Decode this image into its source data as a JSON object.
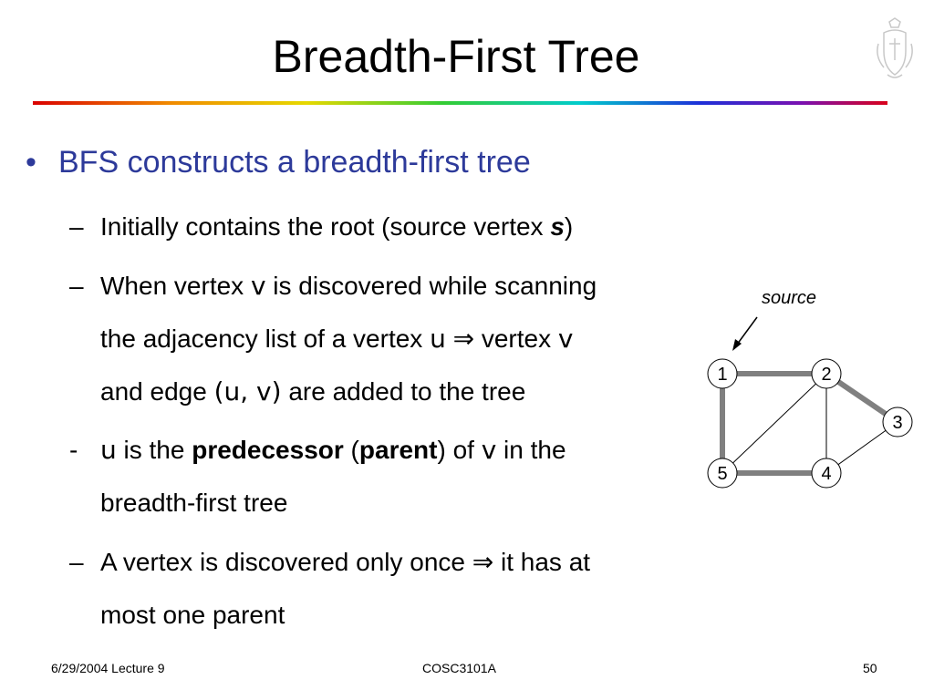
{
  "slide": {
    "title": "Breadth-First Tree",
    "bullet": "BFS constructs a breadth-first tree",
    "bullet_marker": "•",
    "sub1": {
      "marker": "–",
      "text_a": "Initially contains the root (source vertex ",
      "text_b": "s",
      "text_c": ")"
    },
    "sub2": {
      "marker": "–",
      "l1_a": "When vertex ",
      "l1_b": "v",
      "l1_c": " is discovered while scanning",
      "l2_a": "the adjacency list of a vertex ",
      "l2_b": "u",
      "l2_c": " ⇒ vertex ",
      "l2_d": "v",
      "l3_a": "and edge ",
      "l3_b": "(u, v)",
      "l3_c": " are added to the tree"
    },
    "sub3": {
      "marker": "-",
      "l1_a": "u",
      "l1_b": " is the ",
      "l1_c": "predecessor",
      "l1_d": " (",
      "l1_e": "parent",
      "l1_f": ") of ",
      "l1_g": "v",
      "l1_h": " in the",
      "l2": "breadth-first tree"
    },
    "sub4": {
      "marker": "–",
      "l1": "A vertex is discovered only once ⇒ it has at",
      "l2": "most one parent"
    }
  },
  "diagram": {
    "source_label": "source",
    "nodes": [
      "1",
      "2",
      "3",
      "4",
      "5"
    ],
    "tree_edges": [
      [
        "1",
        "2"
      ],
      [
        "2",
        "3"
      ],
      [
        "1",
        "5"
      ],
      [
        "5",
        "4"
      ]
    ],
    "other_edges": [
      [
        "2",
        "5"
      ],
      [
        "2",
        "4"
      ],
      [
        "3",
        "4"
      ]
    ],
    "tree_edge_color": "#808080"
  },
  "footer": {
    "date": "6/29/2004 Lecture 9",
    "course": "COSC3101A",
    "page": "50"
  }
}
